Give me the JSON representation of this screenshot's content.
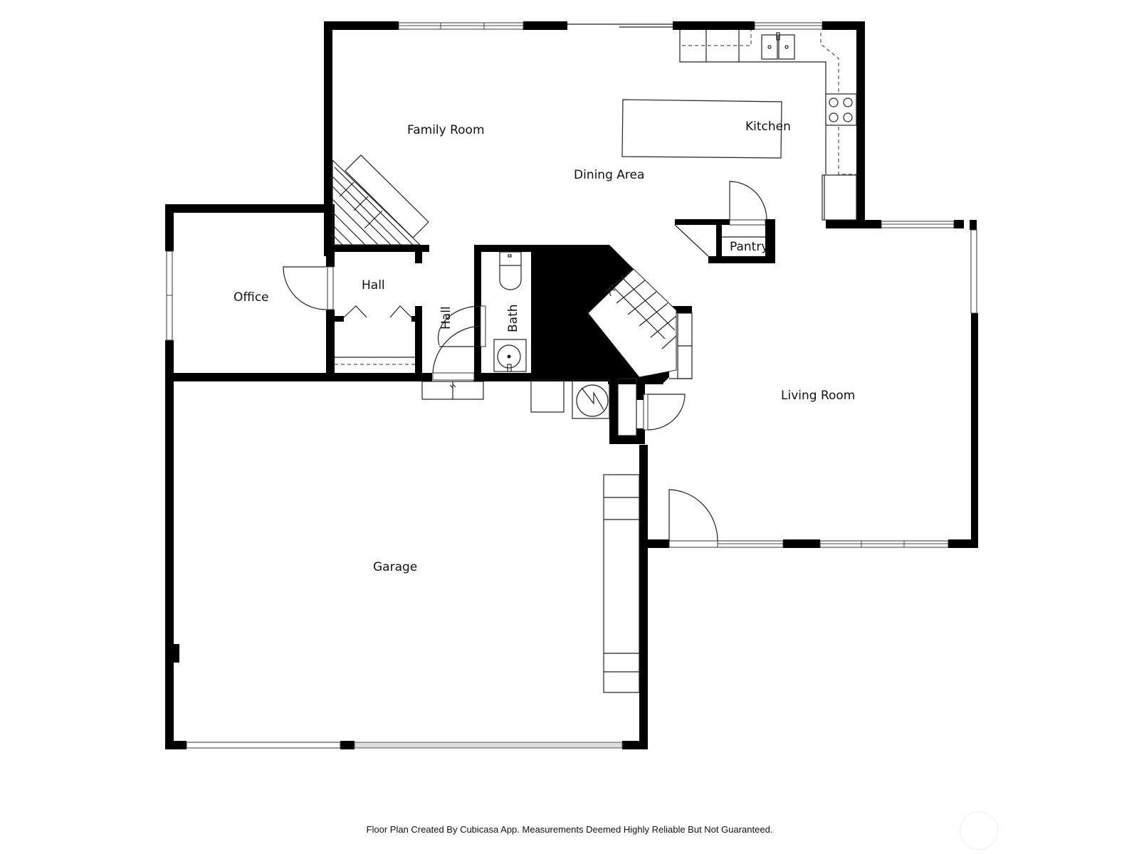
{
  "floor_plan": {
    "rooms": [
      {
        "id": "family_room",
        "label": "Family Room"
      },
      {
        "id": "kitchen",
        "label": "Kitchen"
      },
      {
        "id": "dining_area",
        "label": "Dining Area"
      },
      {
        "id": "office",
        "label": "Office"
      },
      {
        "id": "hall_1",
        "label": "Hall"
      },
      {
        "id": "hall_2",
        "label": "Hall"
      },
      {
        "id": "bath",
        "label": "Bath"
      },
      {
        "id": "pantry",
        "label": "Pantry"
      },
      {
        "id": "living_room",
        "label": "Living Room"
      },
      {
        "id": "garage",
        "label": "Garage"
      }
    ],
    "colors": {
      "wall": "#000000",
      "background": "#ffffff",
      "line": "#222222"
    }
  },
  "footer": {
    "note": "Floor Plan Created By Cubicasa App. Measurements Deemed Highly Reliable But Not Guaranteed."
  }
}
